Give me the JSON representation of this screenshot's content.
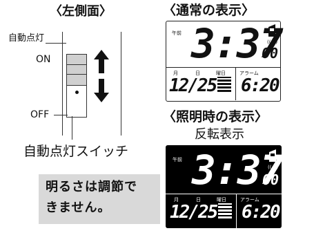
{
  "left_panel": {
    "title": "〈左側面〉",
    "switch_name_small": "自動点灯",
    "on_label": "ON",
    "off_label": "OFF",
    "switch_caption": "自動点灯スイッチ"
  },
  "normal_display": {
    "title": "〈通常の表示〉",
    "am_label": "午前",
    "time": "3:37",
    "seconds": "00",
    "month_label": "月",
    "day_label": "日",
    "weekday_label": "曜日",
    "alarm_label": "アラーム",
    "date": "12/25",
    "alarm_time": "6:20"
  },
  "lit_display": {
    "title": "〈照明時の表示〉",
    "subtitle": "反転表示",
    "am_label": "午前",
    "time": "3:37",
    "seconds": "00",
    "month_label": "月",
    "day_label": "日",
    "weekday_label": "曜日",
    "alarm_label": "アラーム",
    "date": "12/25",
    "alarm_time": "6:20"
  },
  "note": {
    "line1": "明るさは調節で",
    "line2": "きません。"
  },
  "colors": {
    "note_bg": "#d9d9d9",
    "lcd_dark": "#000000",
    "lcd_light": "#ffffff"
  },
  "icons": [
    "arrow-up-icon",
    "arrow-down-icon",
    "weekday-icon",
    "battery-icon",
    "radio-signal-icon"
  ]
}
